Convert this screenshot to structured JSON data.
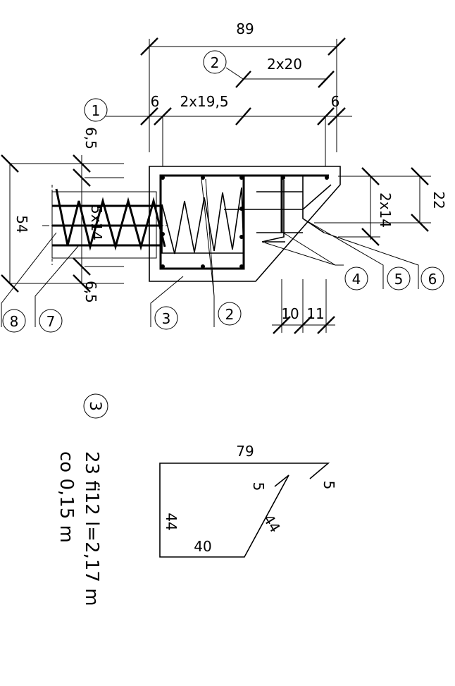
{
  "section": {
    "dims": {
      "total_width": "89",
      "spacing_top": "2x20",
      "left_edge": "6",
      "spacing_mid": "2x19,5",
      "right_edge": "6",
      "height_cover_top": "6,5",
      "spacing_left": "5x14",
      "height_cover_bottom": "6,5",
      "total_height": "54",
      "right_height": "22",
      "right_spacing": "2x14",
      "bottom_a": "10",
      "bottom_b": "11"
    },
    "markers": [
      "1",
      "2",
      "3",
      "2",
      "4",
      "5",
      "6",
      "7",
      "8"
    ]
  },
  "stirrup": {
    "marker": "3",
    "top": "79",
    "hook_right": "5",
    "hook_inner": "5",
    "left": "44",
    "bottom": "40",
    "diagonal": "44"
  },
  "spec": {
    "line1": "23  fi12  l=2,17  m",
    "line2": "co  0,15  m"
  }
}
